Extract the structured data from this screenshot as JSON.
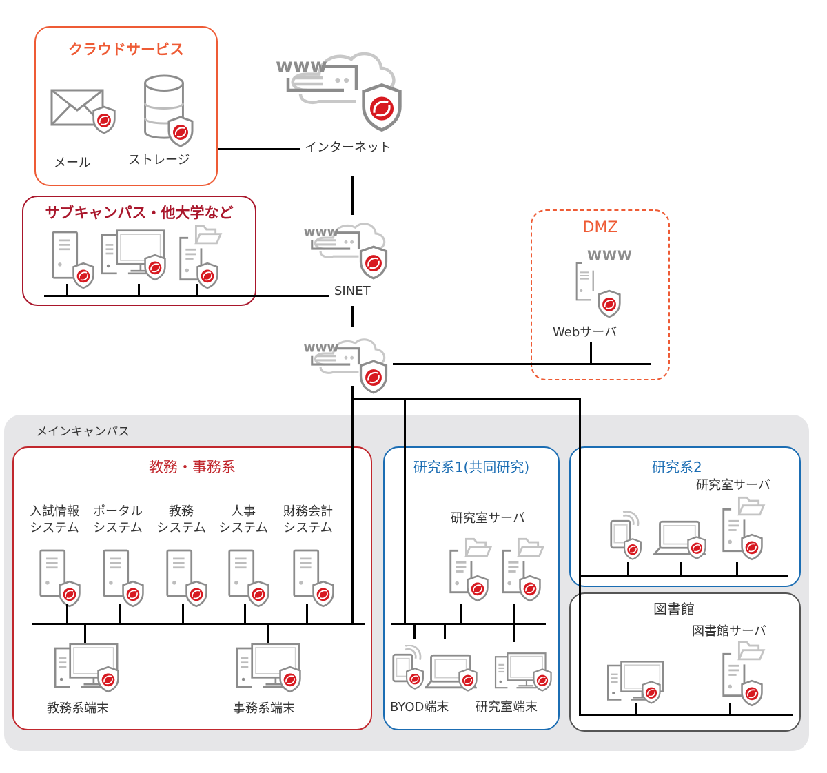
{
  "colors": {
    "cloud_orange": "#ee5b35",
    "sub_red": "#a9162b",
    "admin_red": "#c1272d",
    "research_blue": "#1b6db3",
    "library_gray": "#555555",
    "campus_bg": "#e6e6e8",
    "icon_gray": "#8c8c8c",
    "shield_red": "#d71920"
  },
  "cloud_services": {
    "title": "クラウドサービス",
    "items": [
      {
        "label": "メール",
        "icon": "mail-icon"
      },
      {
        "label": "ストレージ",
        "icon": "storage-icon"
      }
    ]
  },
  "internet": {
    "label": "インターネット",
    "icon": "www-cloud-icon"
  },
  "sub_campus": {
    "title": "サブキャンパス・他大学など",
    "items": [
      {
        "icon": "server-icon"
      },
      {
        "icon": "desktop-pc-icon"
      },
      {
        "icon": "file-server-icon"
      }
    ]
  },
  "sinet": {
    "label": "SINET",
    "icon": "www-cloud-icon"
  },
  "gateway": {
    "icon": "www-cloud-icon"
  },
  "dmz": {
    "title": "DMZ",
    "web_server": {
      "label": "Webサーバ",
      "icon": "web-server-icon",
      "www": "WWW"
    }
  },
  "main_campus": {
    "title": "メインキャンパス",
    "admin": {
      "title": "教務・事務系",
      "systems": [
        {
          "line1": "入試情報",
          "line2": "システム"
        },
        {
          "line1": "ポータル",
          "line2": "システム"
        },
        {
          "line1": "教務",
          "line2": "システム"
        },
        {
          "line1": "人事",
          "line2": "システム"
        },
        {
          "line1": "財務会計",
          "line2": "システム"
        }
      ],
      "terminals": [
        {
          "label": "教務系端末"
        },
        {
          "label": "事務系端末"
        }
      ]
    },
    "research1": {
      "title": "研究系1(共同研究)",
      "server_label": "研究室サーバ",
      "byod_label": "BYOD端末",
      "lab_terminal_label": "研究室端末"
    },
    "research2": {
      "title": "研究系2",
      "server_label": "研究室サーバ"
    },
    "library": {
      "title": "図書館",
      "server_label": "図書館サーバ"
    }
  }
}
